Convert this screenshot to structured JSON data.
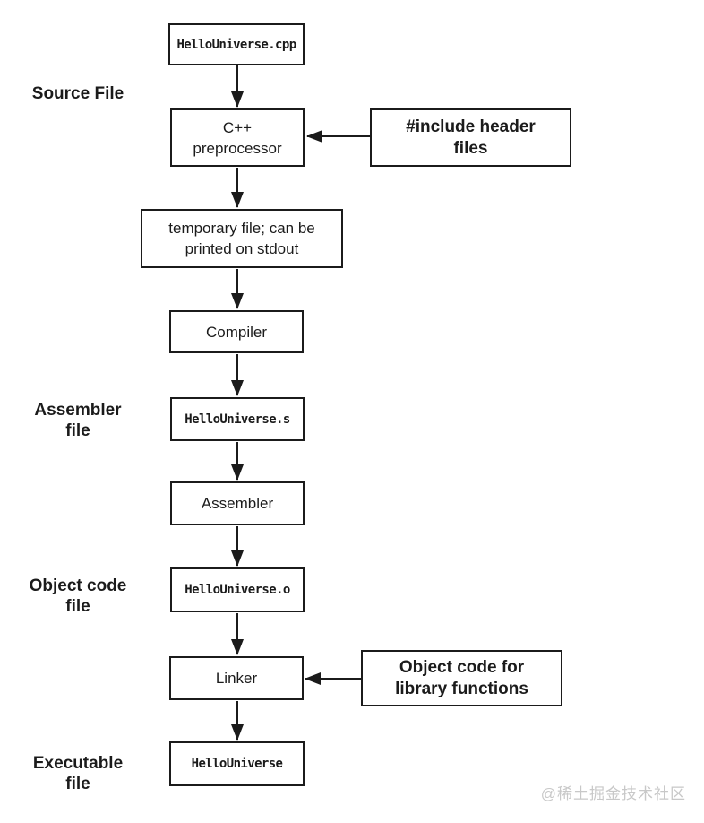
{
  "diagram": {
    "nodes": {
      "source_cpp": {
        "label": "HelloUniverse.cpp"
      },
      "preprocessor": {
        "line1": "C++",
        "line2": "preprocessor"
      },
      "include_header": {
        "line1": "#include header",
        "line2": "files"
      },
      "temp_file": {
        "line1": "temporary file; can be",
        "line2": "printed on stdout"
      },
      "compiler": {
        "label": "Compiler"
      },
      "assembler_file": {
        "label": "HelloUniverse.s"
      },
      "assembler": {
        "label": "Assembler"
      },
      "object_file": {
        "label": "HelloUniverse.o"
      },
      "linker": {
        "label": "Linker"
      },
      "object_lib": {
        "line1": "Object code for",
        "line2": "library functions"
      },
      "executable": {
        "label": "HelloUniverse"
      }
    },
    "side_labels": {
      "source": {
        "line1": "Source File"
      },
      "assembler": {
        "line1": "Assembler",
        "line2": "file"
      },
      "object_code": {
        "line1": "Object code",
        "line2": "file"
      },
      "executable": {
        "line1": "Executable",
        "line2": "file"
      }
    },
    "watermark": "@稀土掘金技术社区",
    "colors": {
      "line": "#1b1b1b",
      "text": "#1b1b1b",
      "watermark": "#c8c8c8",
      "background": "#ffffff"
    }
  }
}
